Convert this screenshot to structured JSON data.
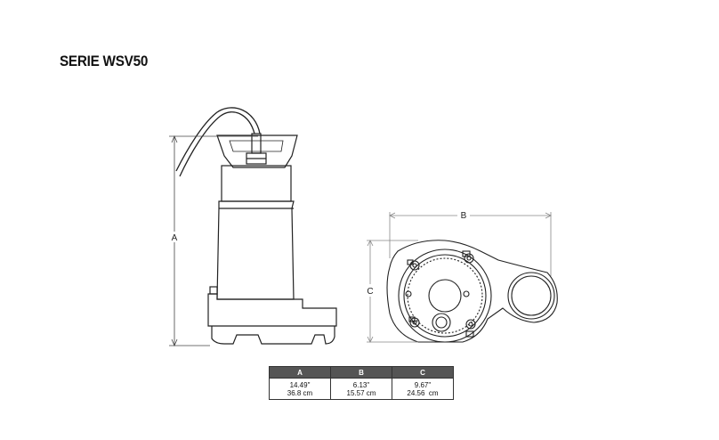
{
  "title": "SERIE WSV50",
  "dimension_labels": {
    "a": "A",
    "b": "B",
    "c": "C"
  },
  "table": {
    "headers": [
      "A",
      "B",
      "C"
    ],
    "rows": [
      [
        {
          "imperial": "14.49\"",
          "metric": "36.8 cm"
        },
        {
          "imperial": "6.13\"",
          "metric": "15.57 cm"
        },
        {
          "imperial": "9.67\"",
          "metric": "24.56  cm"
        }
      ]
    ]
  },
  "colors": {
    "header_bg": "#555555",
    "line": "#222222",
    "dim_line": "#888888"
  }
}
